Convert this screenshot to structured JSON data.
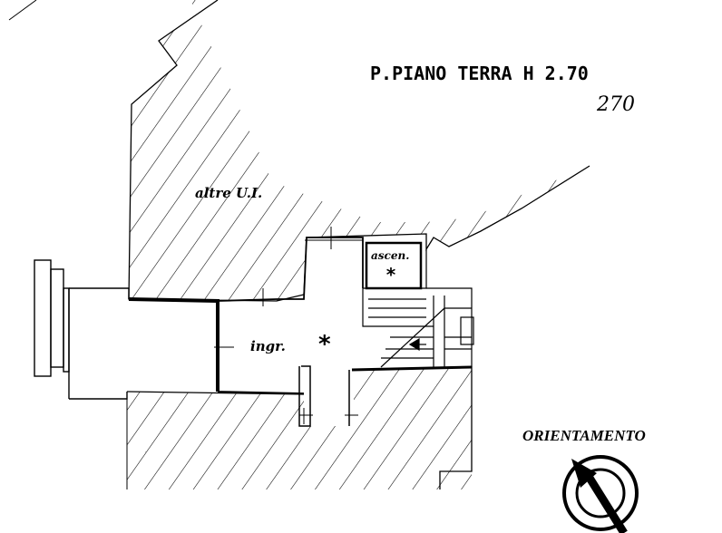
{
  "plan": {
    "title": "P.PIANO TERRA H 2.70",
    "height_note": "270",
    "labels": {
      "other_units": "altre U.I.",
      "elevator": "ascen.",
      "elevator_marker": "*",
      "entrance": "ingr.",
      "entrance_marker": "*"
    },
    "orientation_label": "ORIENTAMENTO"
  }
}
